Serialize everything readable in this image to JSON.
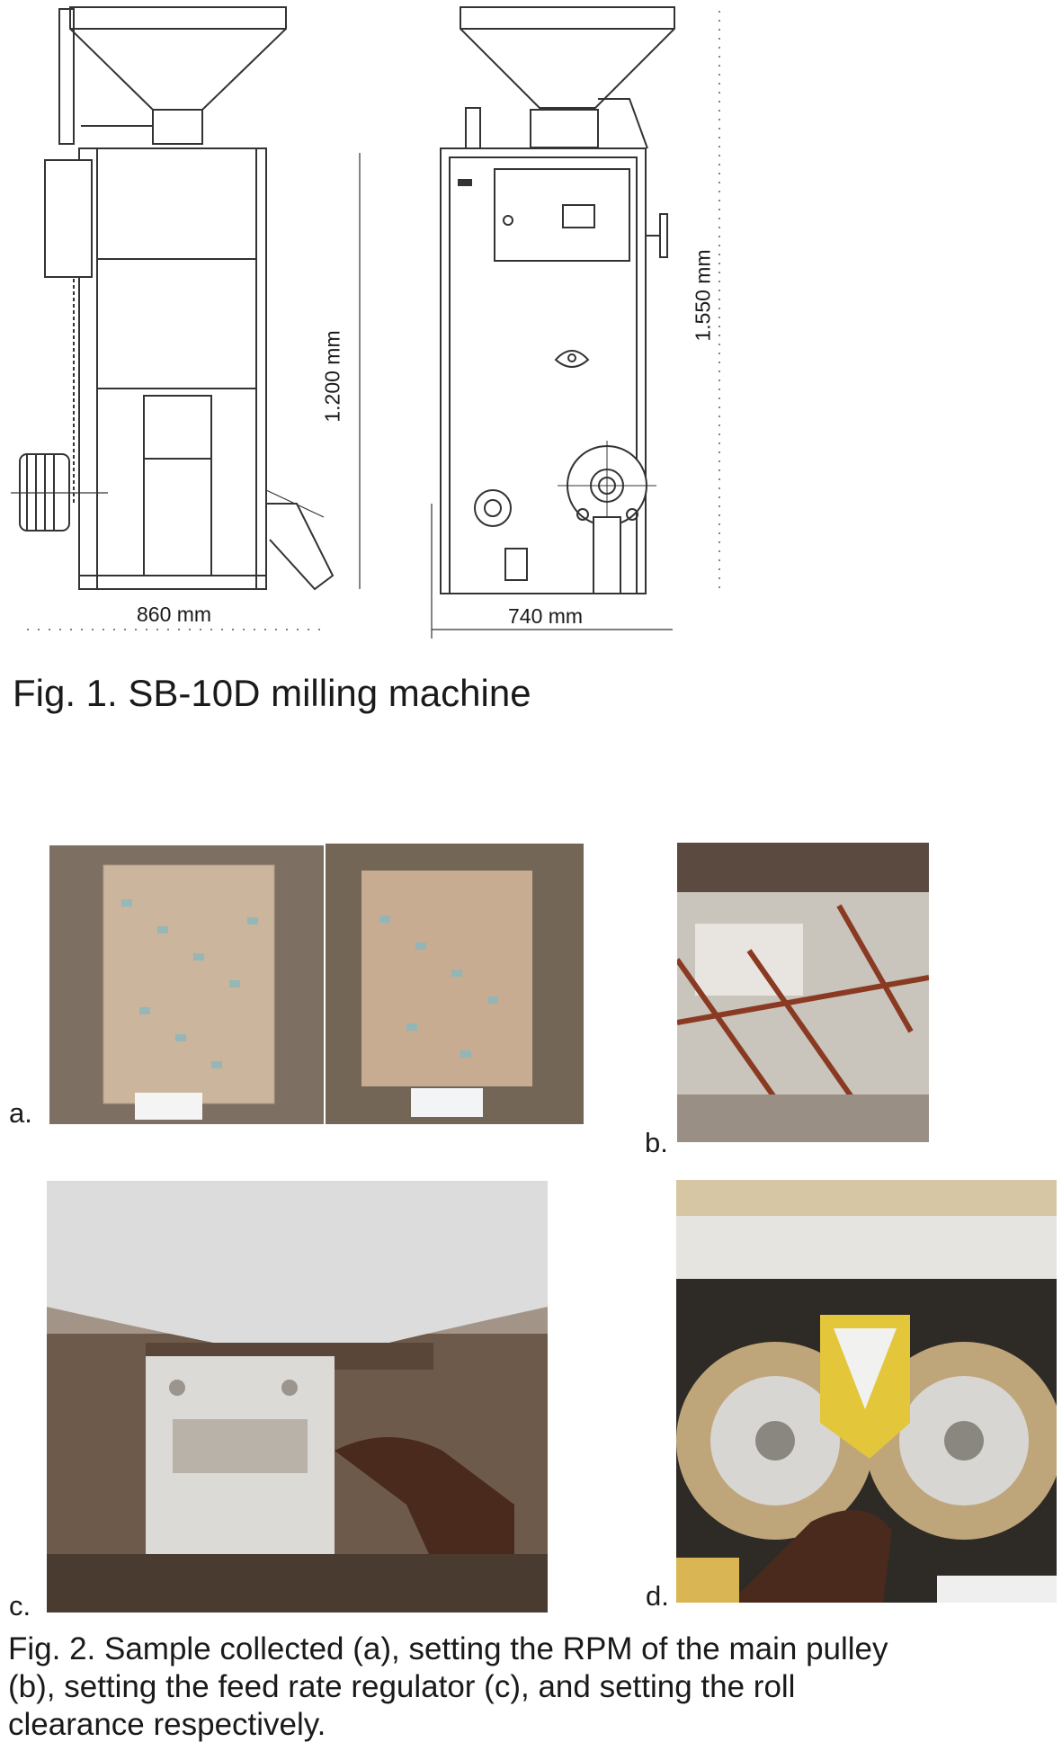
{
  "fig1": {
    "caption": "Fig. 1. SB-10D milling machine",
    "dims": {
      "side_width": "860 mm",
      "side_height": "1.200 mm",
      "front_width": "740 mm",
      "front_height": "1.550 mm"
    }
  },
  "fig2": {
    "panel_letters": {
      "a": "a.",
      "b": "b.",
      "c": "c.",
      "d": "d."
    },
    "caption_lines": [
      "Fig. 2. Sample collected (a), setting the RPM of the main pulley",
      "(b), setting the feed rate regulator (c), and setting the roll",
      "clearance respectively."
    ]
  }
}
